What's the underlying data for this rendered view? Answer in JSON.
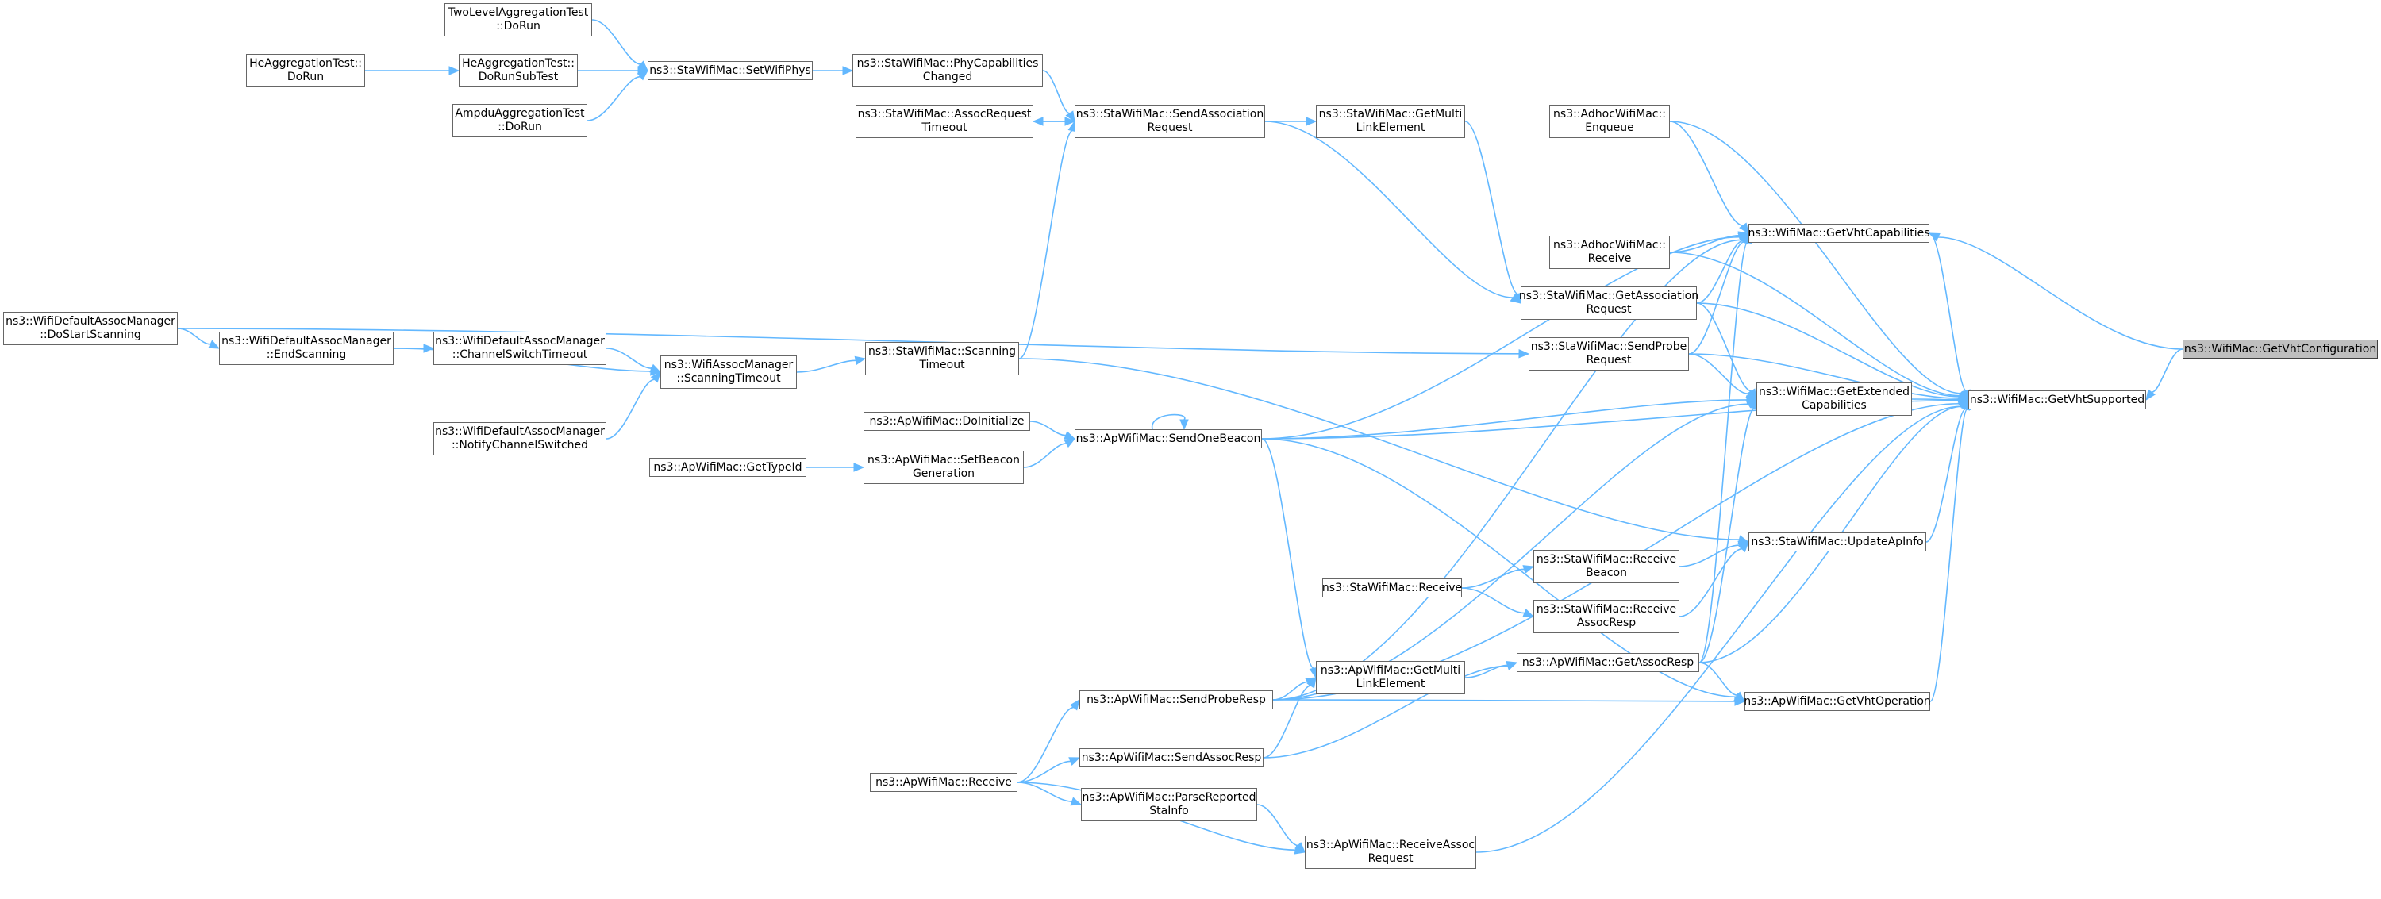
{
  "nodes": {
    "getvhtconfiguration": [
      "ns3::WifiMac::GetVhtConfiguration"
    ],
    "getvhtsupported": [
      "ns3::WifiMac::GetVhtSupported"
    ],
    "getvhtcapabilities": [
      "ns3::WifiMac::GetVhtCapabilities"
    ],
    "getextendedcapabilities": [
      "ns3::WifiMac::GetExtended",
      "Capabilities"
    ],
    "updateapinfo": [
      "ns3::StaWifiMac::UpdateApInfo"
    ],
    "getvhtoperation": [
      "ns3::ApWifiMac::GetVhtOperation"
    ],
    "adhoc_enqueue": [
      "ns3::AdhocWifiMac::",
      "Enqueue"
    ],
    "adhoc_receive": [
      "ns3::AdhocWifiMac::",
      "Receive"
    ],
    "getassociationrequest": [
      "ns3::StaWifiMac::GetAssociation",
      "Request"
    ],
    "sendproberequest": [
      "ns3::StaWifiMac::SendProbe",
      "Request"
    ],
    "receivebeacon": [
      "ns3::StaWifiMac::Receive",
      "Beacon"
    ],
    "receiveassocresp": [
      "ns3::StaWifiMac::Receive",
      "AssocResp"
    ],
    "getassocresp": [
      "ns3::ApWifiMac::GetAssocResp"
    ],
    "sta_receive": [
      "ns3::StaWifiMac::Receive"
    ],
    "getmultilinkelement_sta": [
      "ns3::StaWifiMac::GetMulti",
      "LinkElement"
    ],
    "getmultilinkelement_ap": [
      "ns3::ApWifiMac::GetMulti",
      "LinkElement"
    ],
    "phycapabilitieschanged": [
      "ns3::StaWifiMac::PhyCapabilities",
      "Changed"
    ],
    "sendassociationrequest": [
      "ns3::StaWifiMac::SendAssociation",
      "Request"
    ],
    "assocrequesttimeout": [
      "ns3::StaWifiMac::AssocRequest",
      "Timeout"
    ],
    "scanningtimeout_sta": [
      "ns3::StaWifiMac::Scanning",
      "Timeout"
    ],
    "sendonebeacon": [
      "ns3::ApWifiMac::SendOneBeacon"
    ],
    "doinitialize": [
      "ns3::ApWifiMac::DoInitialize"
    ],
    "setbeacongeneration": [
      "ns3::ApWifiMac::SetBeacon",
      "Generation"
    ],
    "gettypeid": [
      "ns3::ApWifiMac::GetTypeId"
    ],
    "sendproberesp": [
      "ns3::ApWifiMac::SendProbeResp"
    ],
    "sendassocresp": [
      "ns3::ApWifiMac::SendAssocResp"
    ],
    "ap_receive": [
      "ns3::ApWifiMac::Receive"
    ],
    "parsereportedstainfo": [
      "ns3::ApWifiMac::ParseReported",
      "StaInfo"
    ],
    "receiveassocrequest": [
      "ns3::ApWifiMac::ReceiveAssoc",
      "Request"
    ],
    "setwifiphys": [
      "ns3::StaWifiMac::SetWifiPhys"
    ],
    "twolevel_dorun": [
      "TwoLevelAggregationTest",
      "::DoRun"
    ],
    "heagg_dorunsubtest": [
      "HeAggregationTest::",
      "DoRunSubTest"
    ],
    "heagg_dorun": [
      "HeAggregationTest::",
      "DoRun"
    ],
    "ampdu_dorun": [
      "AmpduAggregationTest",
      "::DoRun"
    ],
    "wifiassocmanager_scanningtimeout": [
      "ns3::WifiAssocManager",
      "::ScanningTimeout"
    ],
    "channelswitchtimeout": [
      "ns3::WifiDefaultAssocManager",
      "::ChannelSwitchTimeout"
    ],
    "notifychannelswitched": [
      "ns3::WifiDefaultAssocManager",
      "::NotifyChannelSwitched"
    ],
    "endscanning": [
      "ns3::WifiDefaultAssocManager",
      "::EndScanning"
    ],
    "dostartscanning": [
      "ns3::WifiDefaultAssocManager",
      "::DoStartScanning"
    ]
  },
  "edges": [
    [
      "getvhtsupported",
      "getvhtconfiguration"
    ],
    [
      "getvhtcapabilities",
      "getvhtconfiguration"
    ],
    [
      "getvhtsupported",
      "getvhtcapabilities"
    ],
    [
      "getvhtsupported",
      "getextendedcapabilities"
    ],
    [
      "getvhtsupported",
      "updateapinfo"
    ],
    [
      "getvhtsupported",
      "getvhtoperation"
    ],
    [
      "getvhtsupported",
      "adhoc_enqueue"
    ],
    [
      "getvhtsupported",
      "adhoc_receive"
    ],
    [
      "getvhtsupported",
      "getassociationrequest"
    ],
    [
      "getvhtsupported",
      "sendproberequest"
    ],
    [
      "getvhtsupported",
      "sendonebeacon"
    ],
    [
      "getvhtsupported",
      "getassocresp"
    ],
    [
      "getvhtsupported",
      "sendproberesp"
    ],
    [
      "getvhtsupported",
      "receiveassocrequest"
    ],
    [
      "getvhtcapabilities",
      "adhoc_enqueue"
    ],
    [
      "getvhtcapabilities",
      "adhoc_receive"
    ],
    [
      "getvhtcapabilities",
      "getassociationrequest"
    ],
    [
      "getvhtcapabilities",
      "sendproberequest"
    ],
    [
      "getvhtcapabilities",
      "getassocresp"
    ],
    [
      "getvhtcapabilities",
      "sendonebeacon"
    ],
    [
      "getvhtcapabilities",
      "sendproberesp"
    ],
    [
      "getextendedcapabilities",
      "getassociationrequest"
    ],
    [
      "getextendedcapabilities",
      "sendproberequest"
    ],
    [
      "getextendedcapabilities",
      "sendonebeacon"
    ],
    [
      "getextendedcapabilities",
      "getassocresp"
    ],
    [
      "getextendedcapabilities",
      "sendproberesp"
    ],
    [
      "getvhtoperation",
      "getassocresp"
    ],
    [
      "getvhtoperation",
      "sendonebeacon"
    ],
    [
      "getvhtoperation",
      "sendproberesp"
    ],
    [
      "updateapinfo",
      "receivebeacon"
    ],
    [
      "updateapinfo",
      "receiveassocresp"
    ],
    [
      "updateapinfo",
      "scanningtimeout_sta"
    ],
    [
      "receivebeacon",
      "sta_receive"
    ],
    [
      "receiveassocresp",
      "sta_receive"
    ],
    [
      "getassocresp",
      "getmultilinkelement_ap"
    ],
    [
      "getassocresp",
      "sendassocresp"
    ],
    [
      "getassociationrequest",
      "sendassociationrequest"
    ],
    [
      "getassociationrequest",
      "getmultilinkelement_sta"
    ],
    [
      "sendproberequest",
      "dostartscanning"
    ],
    [
      "getmultilinkelement_sta",
      "sendassociationrequest"
    ],
    [
      "sendassociationrequest",
      "phycapabilitieschanged"
    ],
    [
      "sendassociationrequest",
      "assocrequesttimeout"
    ],
    [
      "sendassociationrequest",
      "scanningtimeout_sta"
    ],
    [
      "assocrequesttimeout",
      "sendassociationrequest"
    ],
    [
      "phycapabilitieschanged",
      "setwifiphys"
    ],
    [
      "setwifiphys",
      "twolevel_dorun"
    ],
    [
      "setwifiphys",
      "heagg_dorunsubtest"
    ],
    [
      "setwifiphys",
      "ampdu_dorun"
    ],
    [
      "heagg_dorunsubtest",
      "heagg_dorun"
    ],
    [
      "scanningtimeout_sta",
      "wifiassocmanager_scanningtimeout"
    ],
    [
      "wifiassocmanager_scanningtimeout",
      "channelswitchtimeout"
    ],
    [
      "wifiassocmanager_scanningtimeout",
      "endscanning"
    ],
    [
      "wifiassocmanager_scanningtimeout",
      "notifychannelswitched"
    ],
    [
      "channelswitchtimeout",
      "endscanning"
    ],
    [
      "endscanning",
      "dostartscanning"
    ],
    [
      "sendonebeacon",
      "sendonebeacon"
    ],
    [
      "sendonebeacon",
      "doinitialize"
    ],
    [
      "sendonebeacon",
      "setbeacongeneration"
    ],
    [
      "setbeacongeneration",
      "gettypeid"
    ],
    [
      "getmultilinkelement_ap",
      "sendproberesp"
    ],
    [
      "getmultilinkelement_ap",
      "sendassocresp"
    ],
    [
      "getmultilinkelement_ap",
      "sendonebeacon"
    ],
    [
      "sendproberesp",
      "ap_receive"
    ],
    [
      "sendassocresp",
      "ap_receive"
    ],
    [
      "parsereportedstainfo",
      "ap_receive"
    ],
    [
      "receiveassocrequest",
      "parsereportedstainfo"
    ],
    [
      "receiveassocrequest",
      "ap_receive"
    ]
  ]
}
